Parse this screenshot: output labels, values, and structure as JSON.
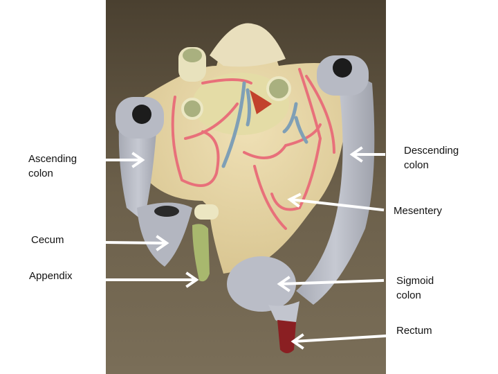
{
  "slide": {
    "photo_subject": "anatomical model of the large intestine with mesentery",
    "background_color": "#ffffff",
    "arrow_color": "#ffffff"
  },
  "labels": {
    "ascending_colon": "Ascending\ncolon",
    "cecum": "Cecum",
    "appendix": "Appendix",
    "descending_colon": "Descending\ncolon",
    "mesentery": "Mesentery",
    "sigmoid_colon": "Sigmoid\ncolon",
    "rectum": "Rectum"
  },
  "colors": {
    "backdrop": "#6e6250",
    "colon_gray": "#b9bcc6",
    "mesentery_cream": "#e6d6a6",
    "artery_red": "#e8707a",
    "vein_blue": "#7f9fb6",
    "rectum_red": "#8a1f22",
    "appendix_green": "#a8b86e",
    "lumen_dark": "#1c1c1c"
  }
}
